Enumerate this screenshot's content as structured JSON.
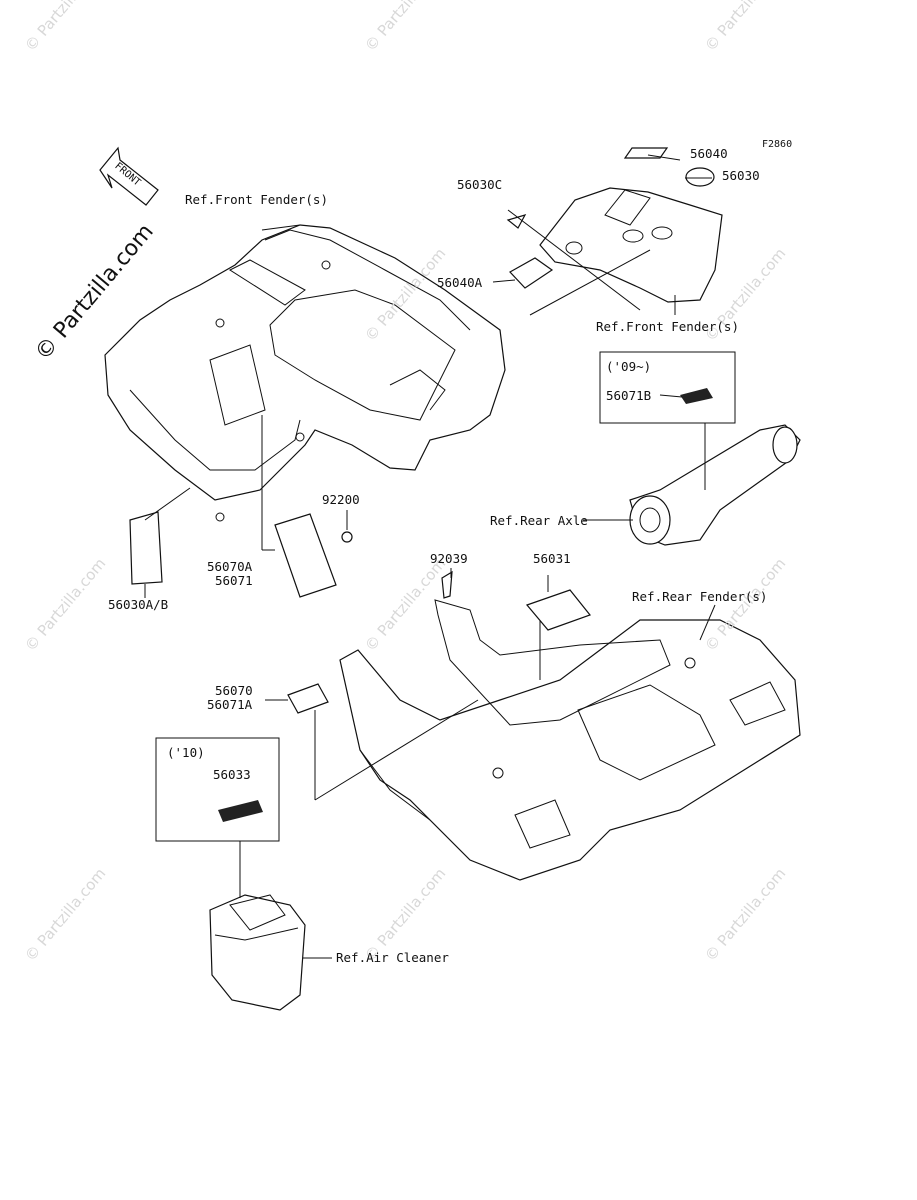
{
  "diagram_code": "F2860",
  "front_arrow": "FRONT",
  "watermark": "© Partzilla.com",
  "labels": {
    "ref_front_fender_left": "Ref.Front Fender(s)",
    "p56030C": "56030C",
    "p56040": "56040",
    "p56030": "56030",
    "p56040A": "56040A",
    "ref_front_fender_right": "Ref.Front Fender(s)",
    "yr09": "('09~)",
    "p56071B": "56071B",
    "p92200": "92200",
    "ref_rear_axle": "Ref.Rear Axle",
    "p56070A": "56070A",
    "p56071": "56071",
    "p56030AB": "56030A/B",
    "p92039": "92039",
    "p56031": "56031",
    "ref_rear_fender": "Ref.Rear Fender(s)",
    "p56070": "56070",
    "p56071A": "56071A",
    "yr10": "('10)",
    "p56033": "56033",
    "ref_air_cleaner": "Ref.Air Cleaner"
  }
}
